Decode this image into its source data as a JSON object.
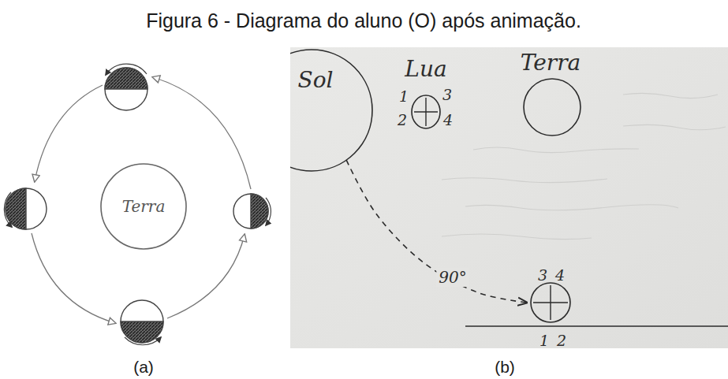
{
  "diagram": {
    "title": "Figura 6 - Diagrama do aluno (O) após animação.",
    "nodes": [
      {
        "text": [
          "Terra"
        ]
      },
      {
        "text": [
          "Sol"
        ]
      },
      {
        "text": [
          "Lua",
          "1",
          "3",
          "2",
          "4"
        ]
      },
      {
        "text": [
          "Terra"
        ]
      },
      {
        "text": [
          "3",
          "4",
          "1",
          "2"
        ]
      }
    ],
    "edges": [
      {
        "from": 1,
        "to": 4,
        "arrow": "to",
        "label": "90°"
      }
    ],
    "labels": [
      "(a)",
      "(b)"
    ]
  }
}
